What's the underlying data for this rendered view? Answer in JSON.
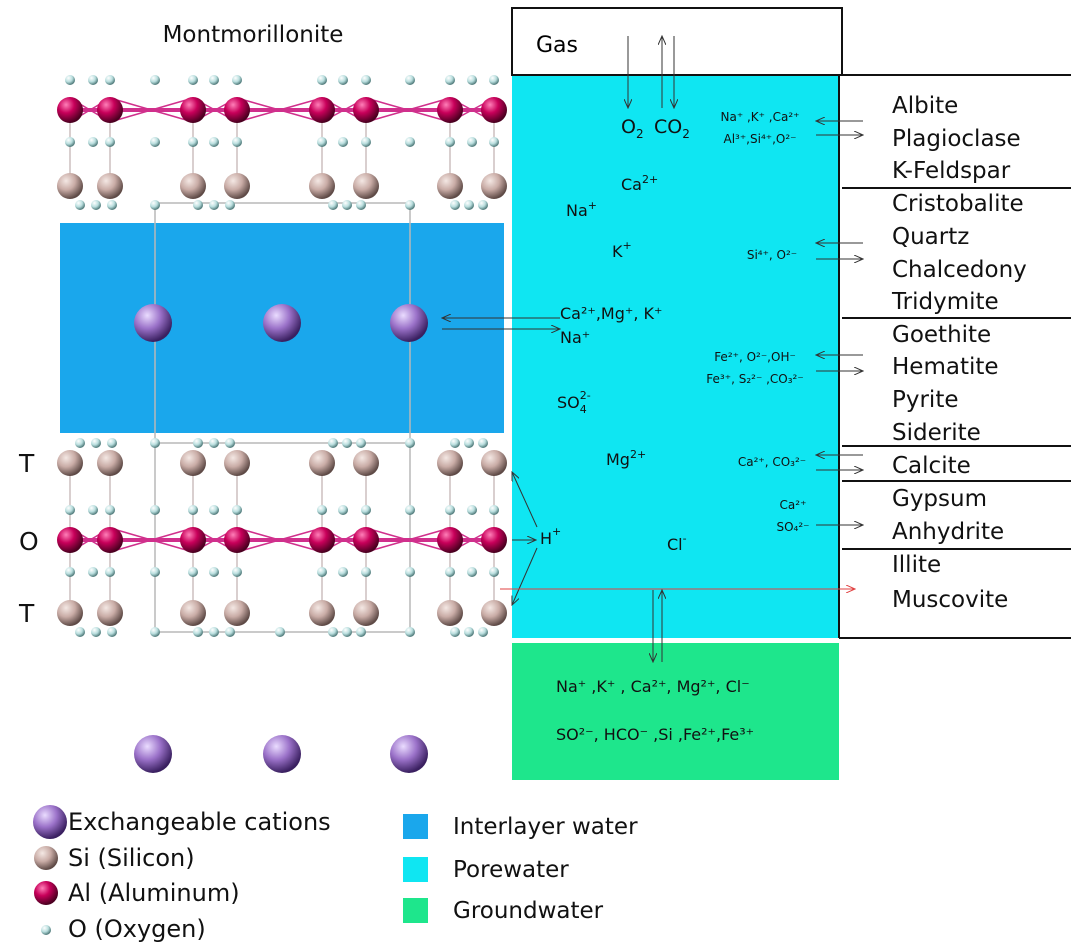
{
  "title": "Montmorillonite",
  "colors": {
    "interlayer": "#1aa7ec",
    "porewater": "#0fe6f2",
    "groundwater": "#1ee68c",
    "al": "#c8005a",
    "si": "#c9aca6",
    "o": "#b9dede",
    "cation": "#9b72c9",
    "bond": "#d0308c"
  },
  "gas": {
    "label": "Gas"
  },
  "layer_labels": {
    "t_top": "T",
    "o": "O",
    "t_bottom": "T"
  },
  "porewater_ions": {
    "o2": "O",
    "o2_sub": "2",
    "co2": "CO",
    "co2_sub": "2",
    "ca": "Ca",
    "ca_sup": "2+",
    "na": "Na",
    "na_sup": "+",
    "k": "K",
    "k_sup": "+",
    "exchange_line1": "Ca²⁺,Mg⁺, K⁺",
    "exchange_line2": "Na⁺",
    "so4": "SO",
    "so4_sub": "4",
    "so4_sup": "2-",
    "mg": "Mg",
    "mg_sup": "2+",
    "h": "H",
    "h_sup": "+",
    "cl": "Cl",
    "cl_sup": "-"
  },
  "mineral_groups": [
    {
      "ions": [
        "Na⁺ ,K⁺ ,Ca²⁺",
        "Al³⁺,Si⁴⁺,O²⁻"
      ],
      "minerals": [
        "Albite",
        "Plagioclase",
        "K-Feldspar"
      ]
    },
    {
      "ions": [
        "Si⁴⁺, O²⁻"
      ],
      "minerals": [
        "Cristobalite",
        "Quartz",
        "Chalcedony",
        "Tridymite"
      ]
    },
    {
      "ions": [
        "Fe²⁺, O²⁻,OH⁻",
        "Fe³⁺, S₂²⁻ ,CO₃²⁻"
      ],
      "minerals": [
        "Goethite",
        "Hematite",
        "Pyrite",
        "Siderite"
      ]
    },
    {
      "ions": [
        "Ca²⁺, CO₃²⁻"
      ],
      "minerals": [
        "Calcite"
      ]
    },
    {
      "ions": [
        "Ca²⁺",
        "SO₄²⁻"
      ],
      "minerals": [
        "Gypsum",
        "Anhydrite"
      ]
    },
    {
      "ions": [],
      "minerals": [
        "Illite",
        "Muscovite"
      ]
    }
  ],
  "groundwater_ions": {
    "line1": "Na⁺ ,K⁺ , Ca²⁺, Mg²⁺, Cl⁻",
    "line2": "SO²⁻, HCO⁻ ,Si  ,Fe²⁺,Fe³⁺"
  },
  "legend": {
    "atoms": [
      {
        "label": "Exchangeable cations",
        "icon": "cation-sphere-icon"
      },
      {
        "label": "Si (Silicon)",
        "icon": "si-sphere-icon"
      },
      {
        "label": "Al (Aluminum)",
        "icon": "al-sphere-icon"
      },
      {
        "label": "O (Oxygen)",
        "icon": "o-sphere-icon"
      }
    ],
    "water": [
      {
        "label": "Interlayer water"
      },
      {
        "label": "Porewater"
      },
      {
        "label": "Groundwater"
      }
    ]
  }
}
